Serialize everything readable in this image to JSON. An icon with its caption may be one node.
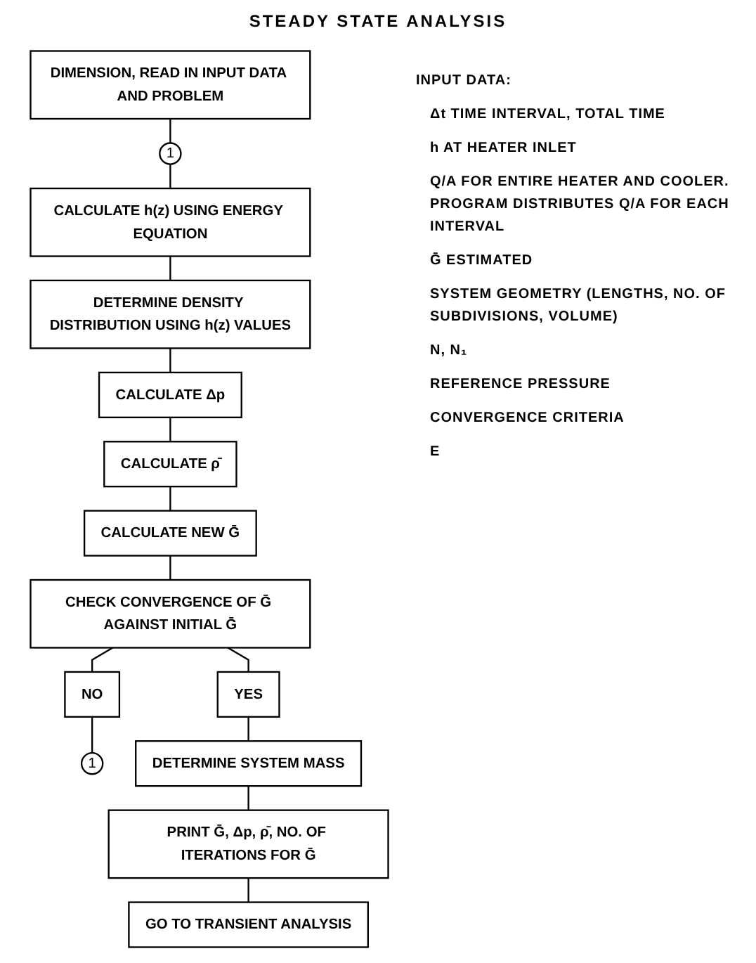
{
  "diagram": {
    "title": "STEADY STATE ANALYSIS",
    "nodes": [
      {
        "text": [
          "DIMENSION, READ IN INPUT DATA AND PROBLEM"
        ]
      },
      {
        "text": [
          "1"
        ]
      },
      {
        "text": [
          "CALCULATE h(z) USING ENERGY EQUATION"
        ]
      },
      {
        "text": [
          "DETERMINE DENSITY DISTRIBUTION USING h(z) VALUES"
        ]
      },
      {
        "text": [
          "CALCULATE Δp"
        ]
      },
      {
        "text": [
          "CALCULATE ρ̄"
        ]
      },
      {
        "text": [
          "CALCULATE NEW Ḡ"
        ]
      },
      {
        "text": [
          "CHECK CONVERGENCE OF Ḡ AGAINST INITIAL Ḡ"
        ]
      },
      {
        "text": [
          "NO"
        ]
      },
      {
        "text": [
          "YES"
        ]
      },
      {
        "text": [
          "1"
        ]
      },
      {
        "text": [
          "DETERMINE SYSTEM MASS"
        ]
      },
      {
        "text": [
          "PRINT Ḡ, Δp, ρ̄, NO. OF ITERATIONS FOR Ḡ"
        ]
      },
      {
        "text": [
          "GO TO TRANSIENT ANALYSIS"
        ]
      }
    ],
    "edges": [
      {
        "from": 0,
        "to": 1,
        "arrow": "none"
      },
      {
        "from": 1,
        "to": 2,
        "arrow": "none"
      },
      {
        "from": 2,
        "to": 3,
        "arrow": "none"
      },
      {
        "from": 3,
        "to": 4,
        "arrow": "none"
      },
      {
        "from": 4,
        "to": 5,
        "arrow": "none"
      },
      {
        "from": 5,
        "to": 6,
        "arrow": "none"
      },
      {
        "from": 6,
        "to": 7,
        "arrow": "none"
      },
      {
        "from": 7,
        "to": 8,
        "arrow": "none"
      },
      {
        "from": 7,
        "to": 9,
        "arrow": "none"
      },
      {
        "from": 8,
        "to": 10,
        "arrow": "none"
      },
      {
        "from": 9,
        "to": 11,
        "arrow": "none"
      },
      {
        "from": 11,
        "to": 12,
        "arrow": "none"
      },
      {
        "from": 12,
        "to": 13,
        "arrow": "none"
      }
    ],
    "labels": [
      "INPUT DATA:",
      "Δt TIME INTERVAL, TOTAL TIME",
      "h AT HEATER INLET",
      "Q/A FOR ENTIRE HEATER AND COOLER. PROGRAM DISTRIBUTES Q/A FOR EACH INTERVAL",
      "Ḡ ESTIMATED",
      "SYSTEM GEOMETRY (LENGTHS, NO. OF SUBDIVISIONS, VOLUME)",
      "N, N₁",
      "REFERENCE PRESSURE",
      "CONVERGENCE CRITERIA",
      "E"
    ]
  }
}
